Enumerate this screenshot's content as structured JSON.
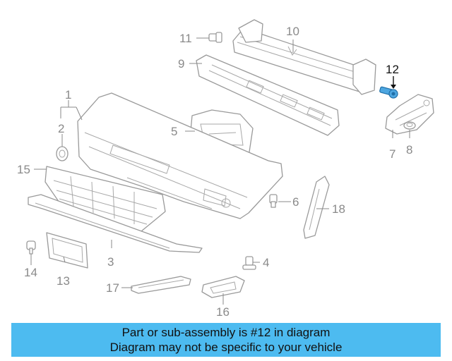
{
  "diagram": {
    "callouts": [
      {
        "id": "1",
        "label": "1"
      },
      {
        "id": "2",
        "label": "2"
      },
      {
        "id": "3",
        "label": "3"
      },
      {
        "id": "4",
        "label": "4"
      },
      {
        "id": "5",
        "label": "5"
      },
      {
        "id": "6",
        "label": "6"
      },
      {
        "id": "7",
        "label": "7"
      },
      {
        "id": "8",
        "label": "8"
      },
      {
        "id": "9",
        "label": "9"
      },
      {
        "id": "10",
        "label": "10"
      },
      {
        "id": "11",
        "label": "11"
      },
      {
        "id": "12",
        "label": "12"
      },
      {
        "id": "13",
        "label": "13"
      },
      {
        "id": "14",
        "label": "14"
      },
      {
        "id": "15",
        "label": "15"
      },
      {
        "id": "16",
        "label": "16"
      },
      {
        "id": "17",
        "label": "17"
      },
      {
        "id": "18",
        "label": "18"
      }
    ],
    "highlighted_part": "12",
    "highlight_color": "#4da6e0",
    "line_color": "#9a9a9a"
  },
  "banner": {
    "line1": "Part or sub-assembly is #12 in diagram",
    "line2": "Diagram may not be specific to your vehicle",
    "background": "#4dbbf0"
  }
}
